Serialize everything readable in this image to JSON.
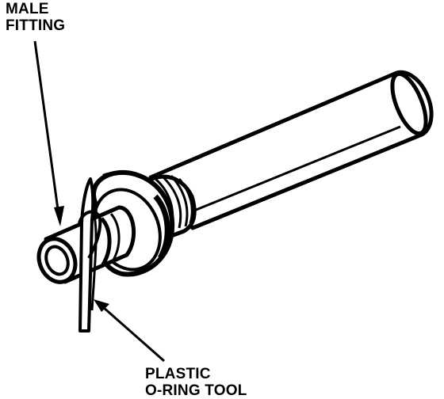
{
  "labels": {
    "male_fitting": [
      "MALE",
      "FITTING"
    ],
    "oring_tool": [
      "PLASTIC",
      "O-RING TOOL"
    ]
  },
  "colors": {
    "ink": "#000000",
    "paper": "#ffffff"
  }
}
